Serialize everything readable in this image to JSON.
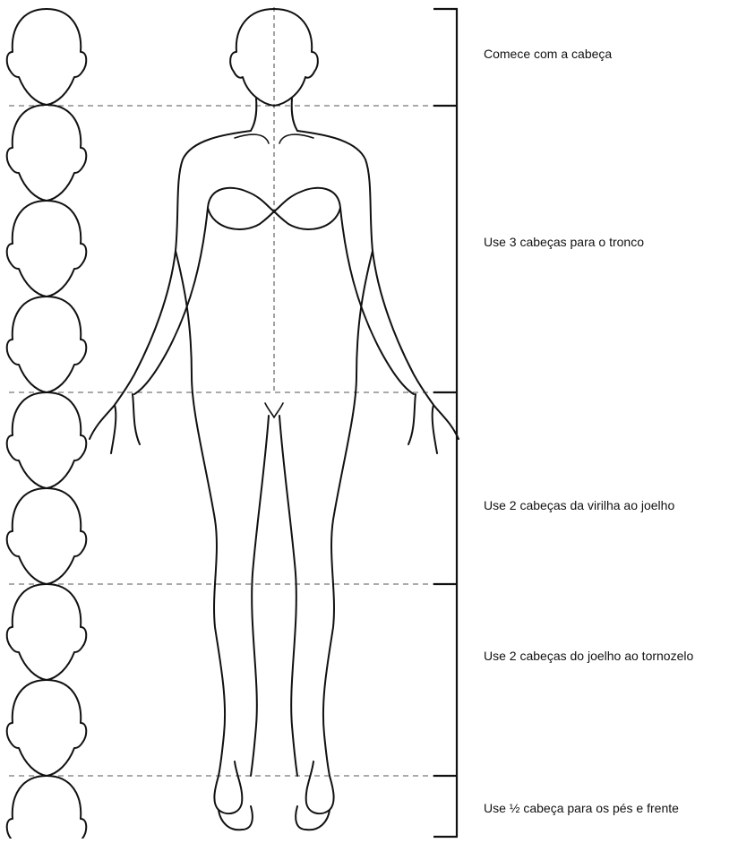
{
  "labels": [
    "Comece com a cabeça",
    "Use 3 cabeças para o tronco",
    "Use 2 cabeças da virilha ao joelho",
    "Use 2 cabeças do joelho ao tornozelo",
    "Use ½ cabeça para os pés e frente"
  ],
  "head_count": 8.5
}
